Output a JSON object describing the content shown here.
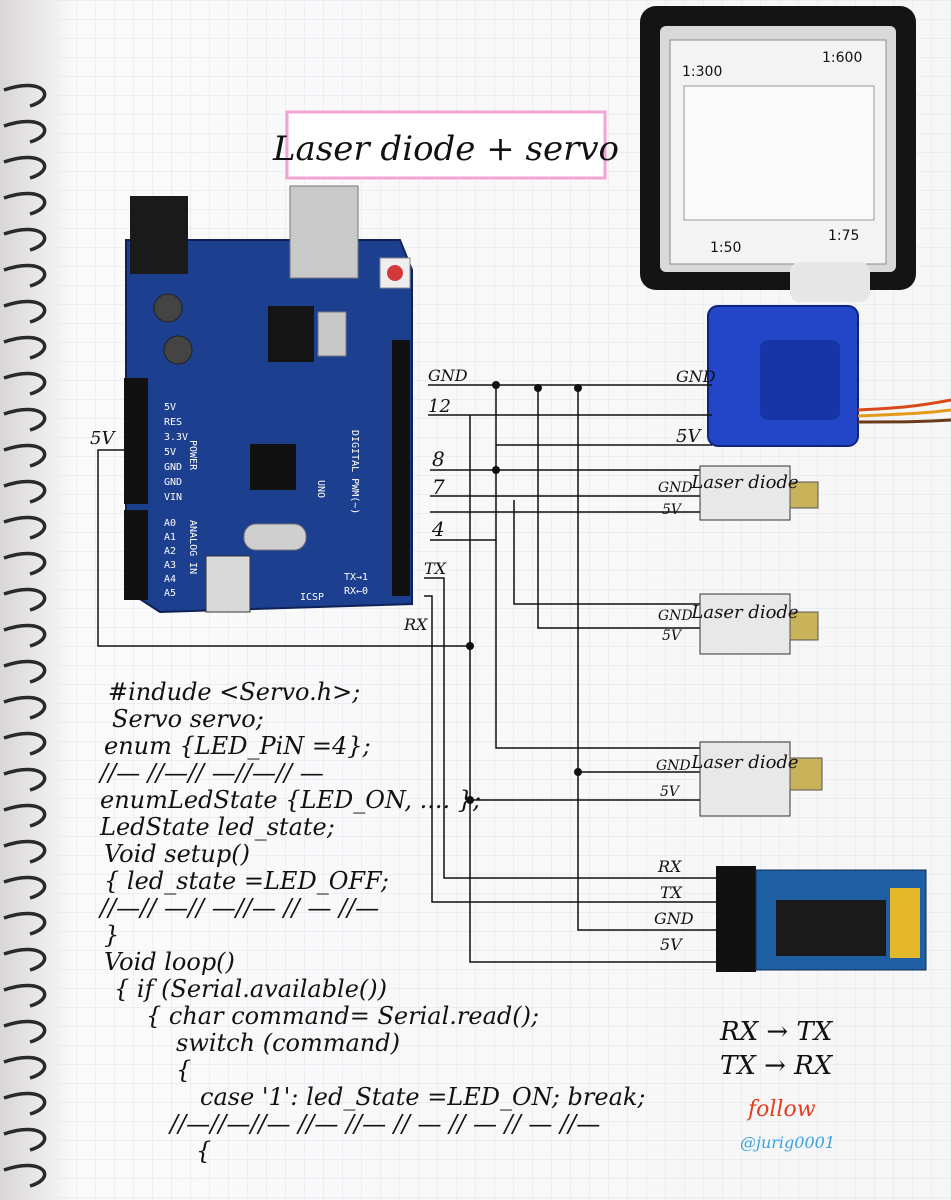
{
  "title": "Laser diode + servo",
  "arduino": {
    "board_label": "UNO",
    "power_pins": [
      "5V",
      "RES",
      "3.3V",
      "5V",
      "GND",
      "GND",
      "VIN"
    ],
    "analog_pins": [
      "A0",
      "A1",
      "A2",
      "A3",
      "A4",
      "A5"
    ],
    "power_header": "POWER",
    "analog_header": "ANALOG IN",
    "digital_header": "DIGITAL PWM(~)",
    "tx_label": "TX→1",
    "rx_label": "RX←0",
    "icsp_label": "ICSP"
  },
  "scale_card": {
    "top_left": "1:300",
    "top_right": "1:600",
    "bottom_left": "1:50",
    "bottom_right": "1:75"
  },
  "servo": {
    "pins": [
      "GND",
      "12",
      "5V"
    ]
  },
  "lasers": [
    {
      "name": "Laser diode",
      "pins": [
        "GND",
        "5V"
      ]
    },
    {
      "name": "Laser diode",
      "pins": [
        "GND",
        "5V"
      ]
    },
    {
      "name": "Laser diode",
      "pins": [
        "GND",
        "5V"
      ]
    }
  ],
  "wire_labels": {
    "arduino_5v": "5V",
    "gnd": "GND",
    "p12": "12",
    "p8": "8",
    "p7": "7",
    "p4": "4",
    "tx": "TX",
    "rx": "RX"
  },
  "bluetooth": {
    "pins": [
      "RX",
      "TX",
      "GND",
      "5V"
    ]
  },
  "note": {
    "line1": "RX → TX",
    "line2": "TX → RX"
  },
  "follow": "follow",
  "handle": "@jurig0001",
  "code_lines": [
    "#indude <Servo.h>;",
    "Servo servo;",
    "enum {LED_PiN =4};",
    "//— //—// —//—// —",
    "enumLedState {LED_ON, .... };",
    "LedState led_state;",
    "Void setup()",
    "{ led_state =LED_OFF;",
    "//—// —// —//— // — //—",
    "}",
    "Void loop()",
    "{   if (Serial.available())",
    "{ char command= Serial.read();",
    "switch (command)",
    "{",
    "case '1': led_State =LED_ON; break;",
    "//—//—//— //— //— // — // — // — //—",
    "{"
  ],
  "colors": {
    "paper": "#fbfbfb",
    "grid": "#dde4ee",
    "board": "#1c3f8f",
    "servo": "#2346c9",
    "title_border": "#f3a3d6",
    "follow": "#e53b1f",
    "handle": "#3aa0e0"
  }
}
